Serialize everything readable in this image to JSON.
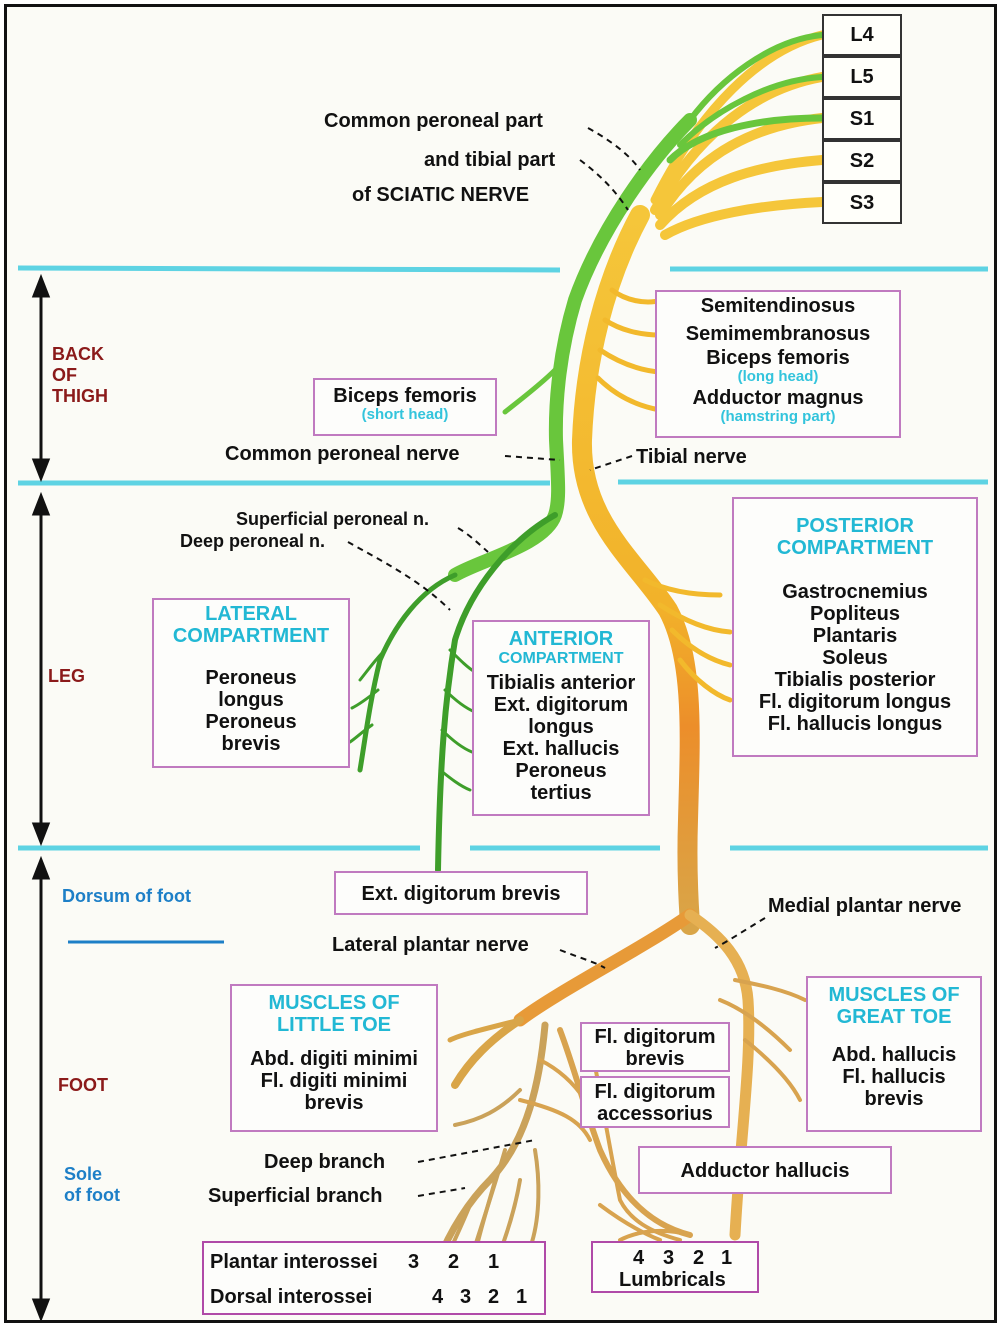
{
  "colors": {
    "band": "#5ed3e3",
    "region_label": "#8b1a1a",
    "foot_label": "#1d7fc7",
    "compartment_title": "#22b8d4",
    "box_border": "#c07ac0",
    "peroneal_nerve": "#69c63c",
    "tibial_nerve": "#f2b92c"
  },
  "roots": [
    "L4",
    "L5",
    "S1",
    "S2",
    "S3"
  ],
  "sciatic": {
    "line1": "Common peroneal part",
    "line2": "and tibial part",
    "line3": "of SCIATIC NERVE"
  },
  "regions": {
    "back_of_thigh": [
      "BACK",
      "OF",
      "THIGH"
    ],
    "leg": "LEG",
    "foot": "FOOT",
    "dorsum_of_foot": "Dorsum of foot",
    "sole_of_foot": [
      "Sole",
      "of foot"
    ]
  },
  "thigh_muscles": {
    "line1": "Semitendinosus",
    "line2": "Semimembranosus",
    "line3": "Biceps femoris",
    "line3_note": "(long head)",
    "line4": "Adductor magnus",
    "line4_note": "(hamstring part)"
  },
  "biceps_short": {
    "title": "Biceps femoris",
    "note": "(short head)"
  },
  "nerves": {
    "common_peroneal": "Common peroneal nerve",
    "tibial": "Tibial nerve",
    "superficial_peroneal": "Superficial peroneal n.",
    "deep_peroneal": "Deep peroneal n.",
    "medial_plantar": "Medial plantar nerve",
    "lateral_plantar": "Lateral plantar nerve",
    "deep_branch": "Deep branch",
    "superficial_branch": "Superficial branch"
  },
  "lateral_compartment": {
    "title": [
      "LATERAL",
      "COMPARTMENT"
    ],
    "muscles": [
      "Peroneus",
      "longus",
      "Peroneus",
      "brevis"
    ]
  },
  "anterior_compartment": {
    "title": [
      "ANTERIOR",
      "COMPARTMENT"
    ],
    "muscles": [
      "Tibialis anterior",
      "Ext. digitorum",
      "longus",
      "Ext. hallucis",
      "Peroneus",
      "tertius"
    ]
  },
  "posterior_compartment": {
    "title": [
      "POSTERIOR",
      "COMPARTMENT"
    ],
    "muscles": [
      "Gastrocnemius",
      "Popliteus",
      "Plantaris",
      "Soleus",
      "Tibialis posterior",
      "Fl. digitorum longus",
      "Fl. hallucis longus"
    ]
  },
  "ext_digitorum_brevis": "Ext. digitorum brevis",
  "little_toe": {
    "title": [
      "MUSCLES OF",
      "LITTLE TOE"
    ],
    "muscles": [
      "Abd. digiti minimi",
      "Fl. digiti minimi",
      "brevis"
    ]
  },
  "great_toe": {
    "title": [
      "MUSCLES OF",
      "GREAT TOE"
    ],
    "muscles": [
      "Abd. hallucis",
      "Fl. hallucis",
      "brevis"
    ]
  },
  "fl_digitorum_brevis": [
    "Fl. digitorum",
    "brevis"
  ],
  "fl_digitorum_accessorius": [
    "Fl. digitorum",
    "accessorius"
  ],
  "adductor_hallucis": "Adductor hallucis",
  "interossei": {
    "plantar_label": "Plantar interossei",
    "plantar_numbers": [
      "3",
      "2",
      "1"
    ],
    "dorsal_label": "Dorsal interossei",
    "dorsal_numbers": [
      "4",
      "3",
      "2",
      "1"
    ]
  },
  "lumbricals": {
    "numbers": [
      "4",
      "3",
      "2",
      "1"
    ],
    "label": "Lumbricals"
  }
}
